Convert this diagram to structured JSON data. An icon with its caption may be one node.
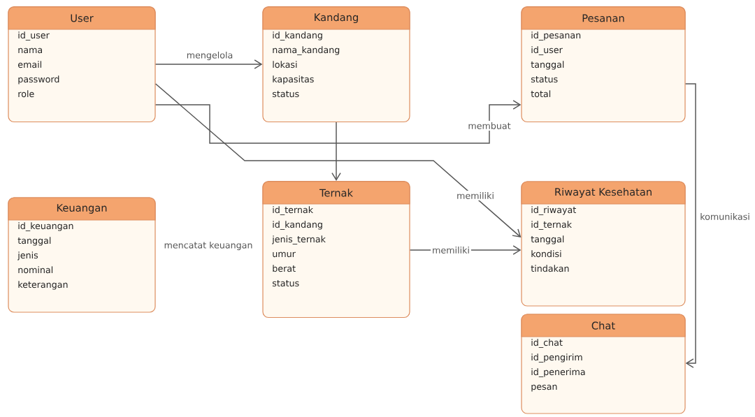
{
  "diagram": {
    "nodes": [
      {
        "text": [
          "User",
          "id_user",
          "nama",
          "email",
          "password",
          "role"
        ]
      },
      {
        "text": [
          "Kandang",
          "id_kandang",
          "nama_kandang",
          "lokasi",
          "kapasitas",
          "status"
        ]
      },
      {
        "text": [
          "Pesanan",
          "id_pesanan",
          "id_user",
          "tanggal",
          "status",
          "total"
        ]
      },
      {
        "text": [
          "Keuangan",
          "id_keuangan",
          "tanggal",
          "jenis",
          "nominal",
          "keterangan"
        ]
      },
      {
        "text": [
          "Ternak",
          "id_ternak",
          "id_kandang",
          "jenis_ternak",
          "umur",
          "berat",
          "status"
        ]
      },
      {
        "text": [
          "Riwayat Kesehatan",
          "id_riwayat",
          "id_ternak",
          "tanggal",
          "kondisi",
          "tindakan"
        ]
      },
      {
        "text": [
          "Chat",
          "id_chat",
          "id_pengirim",
          "id_penerima",
          "pesan"
        ]
      }
    ],
    "edges": [
      {
        "from": 0,
        "to": 1,
        "arrow": "to",
        "label": "mengelola"
      },
      {
        "from": 0,
        "to": 2,
        "arrow": "to",
        "label": "membuat"
      },
      {
        "from": 0,
        "to": 5,
        "arrow": "to",
        "label": "memiliki"
      },
      {
        "from": 1,
        "to": 4,
        "arrow": "to"
      },
      {
        "from": 4,
        "to": 5,
        "arrow": "to",
        "label": "memiliki"
      },
      {
        "from": 2,
        "to": 6,
        "arrow": "to",
        "label": "komunikasi"
      }
    ],
    "labels": [
      "mencatat keuangan"
    ]
  }
}
